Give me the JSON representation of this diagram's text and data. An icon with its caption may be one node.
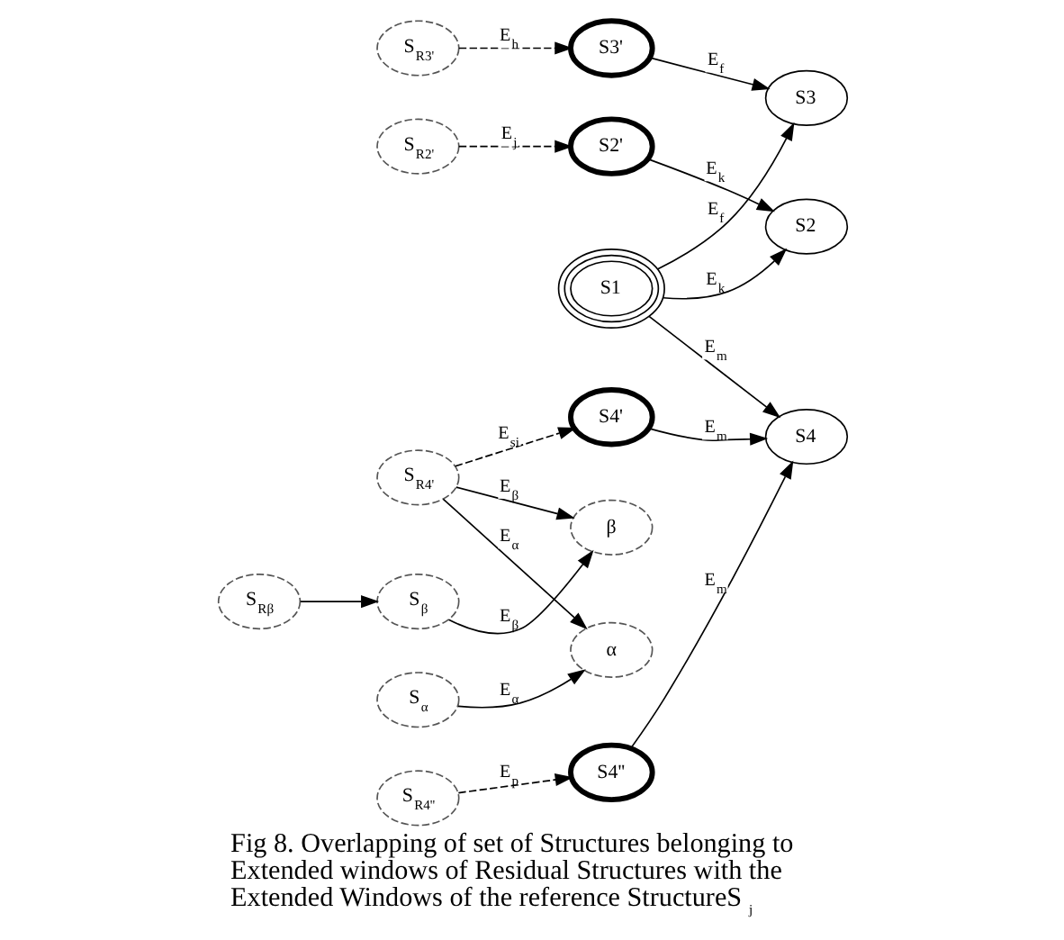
{
  "diagram": {
    "caption": "Fig 8. Overlapping of set of Structures belonging to Extended windows of Residual Structures with the Extended Windows of the reference StructureS$_{j}$",
    "nodes": [
      {
        "text": [
          "S$_{R3'}$"
        ]
      },
      {
        "text": [
          "S2'"
        ]
      },
      {
        "text": [
          "S2"
        ]
      },
      {
        "text": [
          "S3"
        ]
      },
      {
        "text": [
          "S1"
        ]
      },
      {
        "text": [
          "S$_{R2'}$"
        ]
      },
      {
        "text": [
          "S3'"
        ]
      },
      {
        "text": [
          "S4''"
        ]
      },
      {
        "text": [
          "S4"
        ]
      },
      {
        "text": [
          "α"
        ]
      },
      {
        "text": [
          "S$_{R4'}$"
        ]
      },
      {
        "text": [
          "S$_{α}$"
        ]
      },
      {
        "text": [
          "S4'"
        ]
      },
      {
        "text": [
          "β"
        ]
      },
      {
        "text": [
          "S$_{β}$"
        ]
      },
      {
        "text": [
          "S$_{R4''}$"
        ]
      },
      {
        "text": [
          "S$_{Rβ}$"
        ]
      }
    ],
    "edges": [
      {
        "from": 0,
        "to": 6,
        "arrow": "to",
        "label": "E$_{h}$",
        "style": "dashed"
      },
      {
        "from": 6,
        "to": 3,
        "arrow": "to",
        "label": "E$_{f}$"
      },
      {
        "from": 4,
        "to": 3,
        "arrow": "to",
        "label": "E$_{f}$"
      },
      {
        "from": 4,
        "to": 2,
        "arrow": "to",
        "label": "E$_{k}$"
      },
      {
        "from": 1,
        "to": 2,
        "arrow": "to",
        "label": "E$_{k}$"
      },
      {
        "from": 5,
        "to": 1,
        "arrow": "to",
        "label": "E$_{j}$",
        "style": "dashed"
      },
      {
        "from": 4,
        "to": 8,
        "arrow": "to",
        "label": "E$_{m}$"
      },
      {
        "from": 7,
        "to": 8,
        "arrow": "to",
        "label": "E$_{m}$"
      },
      {
        "from": 12,
        "to": 8,
        "arrow": "to",
        "label": "E$_{m}$"
      },
      {
        "from": 15,
        "to": 7,
        "arrow": "to",
        "label": "E$_{p}$",
        "style": "dashed"
      },
      {
        "from": 10,
        "to": 12,
        "arrow": "to",
        "label": "E$_{si}$",
        "style": "dashed"
      },
      {
        "from": 10,
        "to": 9,
        "arrow": "to",
        "label": "E$_{α}$"
      },
      {
        "from": 11,
        "to": 9,
        "arrow": "to",
        "label": "E$_{α}$"
      },
      {
        "from": 10,
        "to": 13,
        "arrow": "to",
        "label": "E$_{β}$"
      },
      {
        "from": 14,
        "to": 13,
        "arrow": "to",
        "label": "E$_{β}$"
      },
      {
        "from": 16,
        "to": 14,
        "arrow": "to"
      }
    ]
  }
}
